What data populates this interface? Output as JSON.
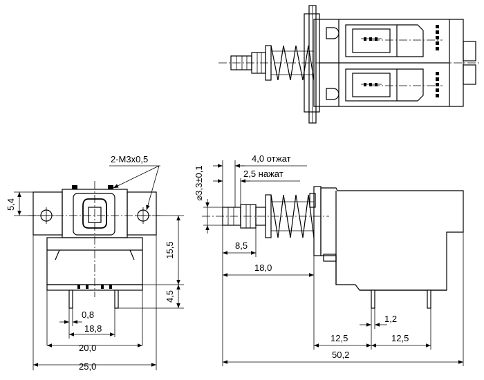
{
  "front": {
    "thread_label": "2-M3x0,5",
    "dim_height_tab": "5,4",
    "dim_height_body": "15,5",
    "dim_height_pin": "4,5",
    "dim_pin_width": "0,8",
    "dim_pin_pitch": "18,8",
    "dim_body_width": "20,0",
    "dim_overall_width": "25,0"
  },
  "side": {
    "dim_plunger_dia": "⌀3,3±0,1",
    "dim_released": "4,0 отжат",
    "dim_pressed": "2,5 нажат",
    "dim_plunger_len": "8,5",
    "dim_to_body": "18,0",
    "dim_pin_width": "1,2",
    "dim_pin_left": "12,5",
    "dim_pin_right": "12,5",
    "dim_overall_length": "50,2"
  }
}
